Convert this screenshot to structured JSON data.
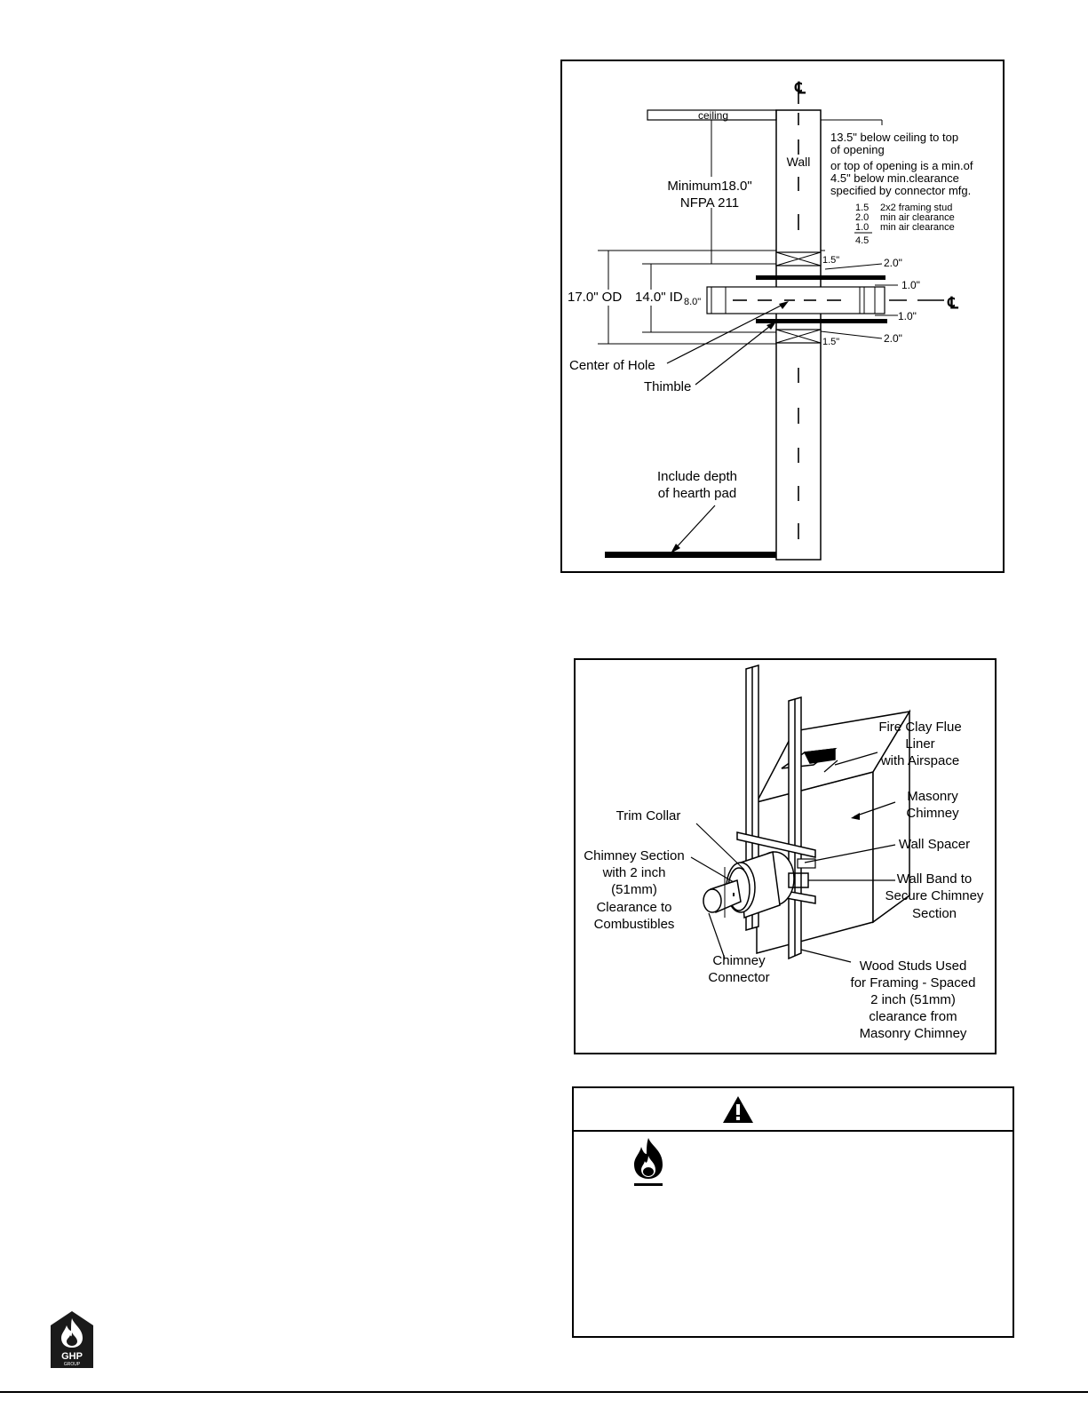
{
  "figure1": {
    "centerline_mark": "℄",
    "ceiling": "ceiling",
    "wall": "Wall",
    "min_label": [
      "Minimum18.0\"",
      "NFPA 211"
    ],
    "note_lines": [
      "13.5\" below ceiling to top",
      "of opening",
      "or top of opening is a min.of",
      "4.5\" below min.clearance",
      "specified by connector mfg."
    ],
    "clearance_table": [
      {
        "value": "1.5",
        "desc": "2x2 framing stud"
      },
      {
        "value": "2.0",
        "desc": "min air clearance"
      },
      {
        "value": "1.0",
        "desc": "min air clearance"
      }
    ],
    "clearance_total": "4.5",
    "dims": {
      "stud_top": "1.5\"",
      "stud_bottom": "1.5\"",
      "air2_top": "2.0\"",
      "air2_bottom": "2.0\"",
      "air1_top": "1.0\"",
      "air1_bottom": "1.0\"",
      "thimble_dia": "8.0\"",
      "od": "17.0\" OD",
      "id": "14.0\" ID"
    },
    "labels": {
      "center_of_hole": "Center of Hole",
      "thimble": "Thimble",
      "hearth_line1": "Include depth",
      "hearth_line2": "of hearth pad"
    }
  },
  "figure2": {
    "fire_clay": [
      "Fire Clay Flue",
      "Liner",
      "with Airspace"
    ],
    "masonry": [
      "Masonry",
      "Chimney"
    ],
    "wall_spacer": [
      "Wall Spacer"
    ],
    "wall_band": [
      "Wall Band to",
      "Secure Chimney",
      "Section"
    ],
    "wood_studs": [
      "Wood Studs Used",
      "for Framing - Spaced",
      "2 inch (51mm)",
      "clearance from",
      "Masonry Chimney"
    ],
    "trim_collar": [
      "Trim Collar"
    ],
    "chimney_section": [
      "Chimney Section",
      "with 2 inch",
      "(51mm)",
      "Clearance to",
      "Combustibles"
    ],
    "chimney_connector": [
      "Chimney",
      "Connector"
    ]
  },
  "warning": {
    "icons": [
      "warning-triangle-icon",
      "flame-icon"
    ]
  },
  "logo": {
    "text": "GHP",
    "subtext": "GROUP"
  }
}
